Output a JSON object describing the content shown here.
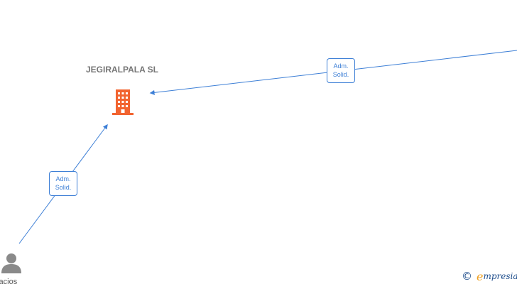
{
  "company": {
    "name": "JEGIRALPALA SL"
  },
  "relations": [
    {
      "line1": "Adm.",
      "line2": "Solid."
    },
    {
      "line1": "Adm.",
      "line2": "Solid."
    }
  ],
  "person": {
    "name": "alacios"
  },
  "brand": {
    "copyright_symbol": "©",
    "logo_letter": "e",
    "logo_rest": "mpresia"
  },
  "colors": {
    "edge": "#3d7fd6",
    "company_icon": "#f26430",
    "person_icon": "#8a8a8a",
    "company_text": "#757575"
  }
}
